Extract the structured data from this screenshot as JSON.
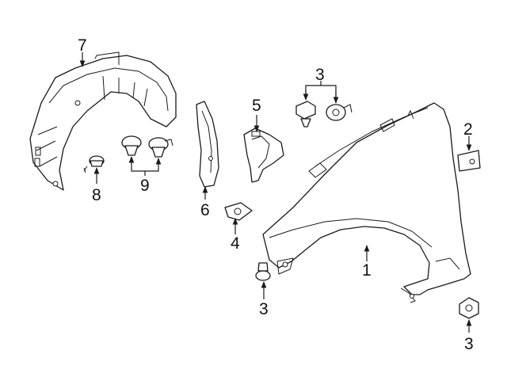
{
  "diagram": {
    "callouts": [
      {
        "id": "fender",
        "label": "1"
      },
      {
        "id": "bracket",
        "label": "2"
      },
      {
        "id": "bolt-top",
        "label": "3"
      },
      {
        "id": "bolt-bottom-left",
        "label": "3"
      },
      {
        "id": "bolt-bottom-right",
        "label": "3"
      },
      {
        "id": "nut",
        "label": "4"
      },
      {
        "id": "reinforcement",
        "label": "5"
      },
      {
        "id": "insulator",
        "label": "6"
      },
      {
        "id": "liner",
        "label": "7"
      },
      {
        "id": "liner-screw",
        "label": "8"
      },
      {
        "id": "retainer",
        "label": "9"
      }
    ]
  }
}
